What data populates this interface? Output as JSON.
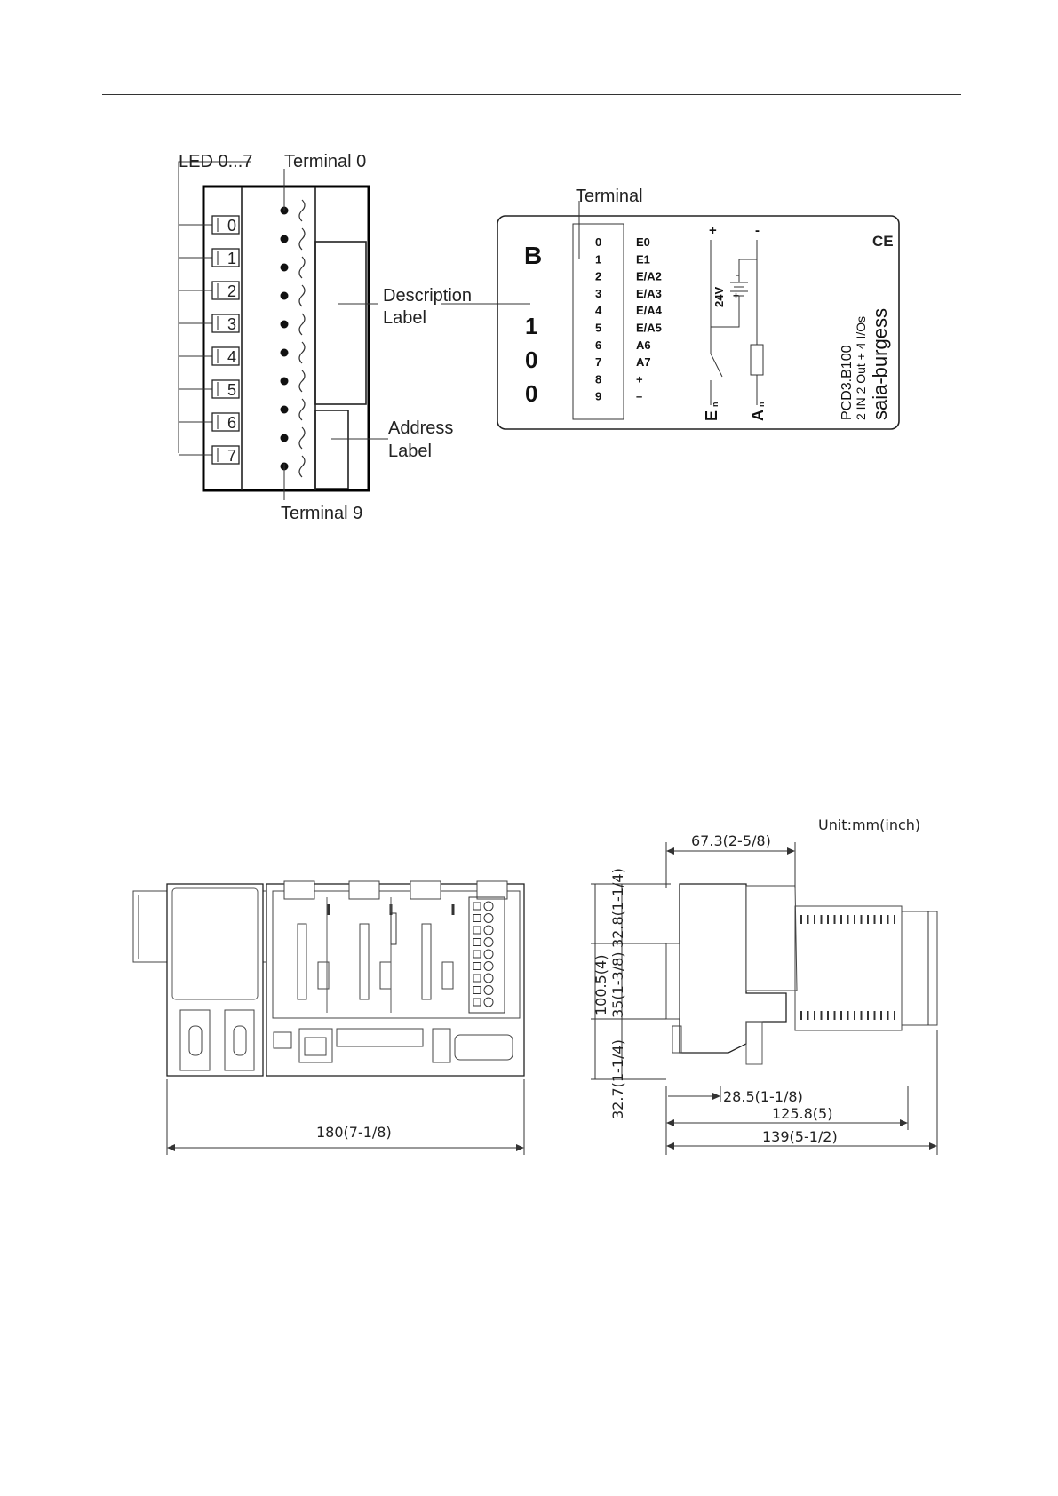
{
  "module_diagram": {
    "led_label": "LED 0...7",
    "terminal0_label": "Terminal 0",
    "terminal9_label": "Terminal 9",
    "description_label": [
      "Description",
      "Label"
    ],
    "address_label": [
      "Address",
      "Label"
    ],
    "led_numbers": [
      "0",
      "1",
      "2",
      "3",
      "4",
      "5",
      "6",
      "7"
    ]
  },
  "label_card": {
    "terminal_heading": "Terminal",
    "module_letter": "B",
    "module_digits": [
      "1",
      "0",
      "0"
    ],
    "terminal_numbers": [
      "0",
      "1",
      "2",
      "3",
      "4",
      "5",
      "6",
      "7",
      "8",
      "9"
    ],
    "terminal_functions": [
      "E0",
      "E1",
      "E/A2",
      "E/A3",
      "E/A4",
      "E/A5",
      "A6",
      "A7",
      "+",
      "–"
    ],
    "plus": "+",
    "minus": "-",
    "voltage": "24V",
    "input_symbol": "E",
    "output_symbol": "A",
    "subscript": "n",
    "ce_mark": "CE",
    "model": "PCD3.B100",
    "io_description": "2 IN 2 Out + 4 I/Os",
    "brand": "saia-burgess"
  },
  "dimensions": {
    "unit_label": "Unit:mm(inch)",
    "front_width": "180(7-1/8)",
    "top_depth": "67.3(2-5/8)",
    "total_height": "100.5(4)",
    "upper_height": "32.8(1-1/4)",
    "middle_height": "35(1-3/8)",
    "lower_height": "32.7(1-1/4)",
    "rail_offset": "28.5(1-1/8)",
    "depth_body": "125.8(5)",
    "depth_total": "139(5-1/2)"
  }
}
